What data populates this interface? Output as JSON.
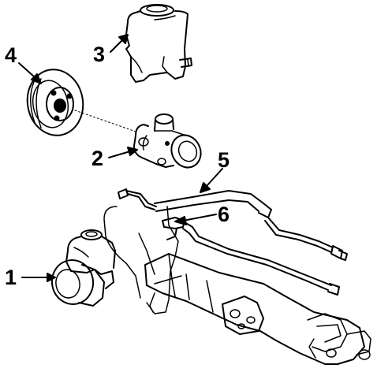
{
  "callouts": {
    "c1": "1",
    "c2": "2",
    "c3": "3",
    "c4": "4",
    "c5": "5",
    "c6": "6"
  },
  "parts": [
    {
      "number": "1",
      "icon": "pump-assembly-icon"
    },
    {
      "number": "2",
      "icon": "power-steering-pump-icon"
    },
    {
      "number": "3",
      "icon": "reservoir-icon"
    },
    {
      "number": "4",
      "icon": "pulley-icon"
    },
    {
      "number": "5",
      "icon": "pressure-hose-icon"
    },
    {
      "number": "6",
      "icon": "return-hose-icon"
    }
  ],
  "colors": {
    "line": "#000000",
    "background": "#ffffff"
  }
}
